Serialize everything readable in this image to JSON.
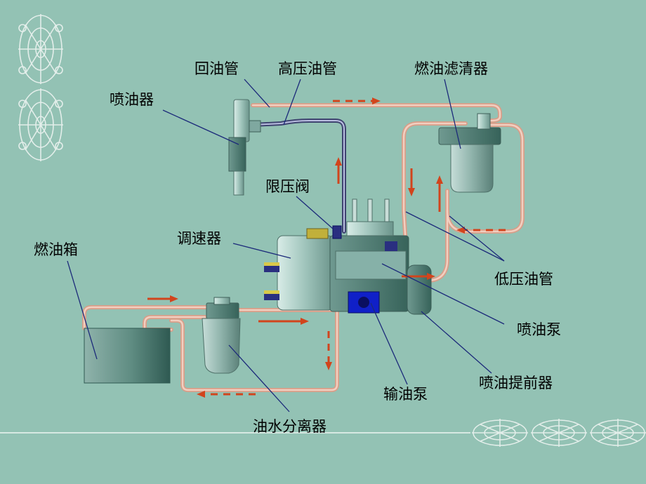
{
  "colors": {
    "background": "#93c2b4",
    "pipe": "#e9b7a3",
    "high_pressure_pipe": "#5a5f8a",
    "arrow": "#d2441c",
    "leader_line": "#1c2a7a",
    "tank": "#5f8c82",
    "pump_blue": "#1020c8"
  },
  "labels": {
    "return_pipe": "回油管",
    "high_pressure_pipe": "高压油管",
    "fuel_filter": "燃油滤清器",
    "injector": "喷油器",
    "pressure_limit_valve": "限压阀",
    "governor": "调速器",
    "fuel_tank": "燃油箱",
    "low_pressure_pipe": "低压油管",
    "injection_pump": "喷油泵",
    "injection_advancer": "喷油提前器",
    "feed_pump": "输油泵",
    "water_separator": "油水分离器"
  }
}
